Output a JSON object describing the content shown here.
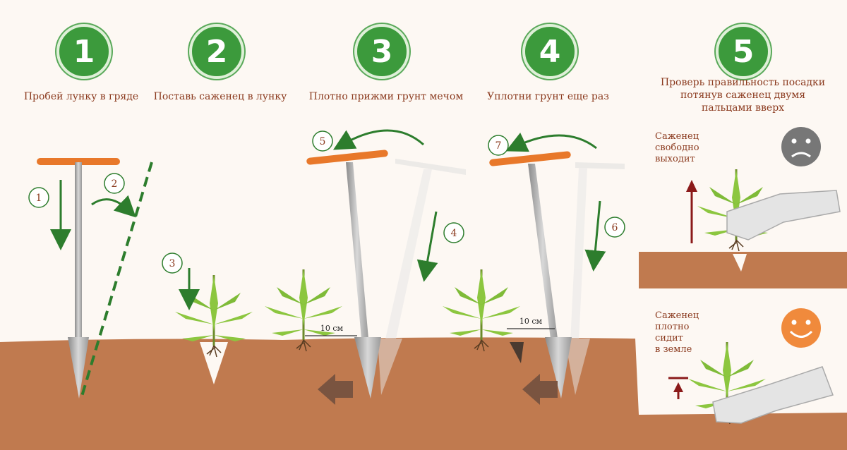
{
  "steps": [
    {
      "number": "1",
      "caption": "Пробей лунку в гряде"
    },
    {
      "number": "2",
      "caption": "Поставь саженец в лунку"
    },
    {
      "number": "3",
      "caption": "Плотно прижми грунт мечом"
    },
    {
      "number": "4",
      "caption": "Уплотни грунт еще раз"
    },
    {
      "number": "5",
      "caption_lines": [
        "Проверь правильность посадки",
        "потянув саженец двумя",
        "пальцами вверх"
      ]
    }
  ],
  "action_markers": [
    "1",
    "2",
    "3",
    "4",
    "5",
    "6",
    "7"
  ],
  "distance_label": "10 см",
  "check_results": {
    "bad": {
      "lines": [
        "Саженец",
        "свободно",
        "выходит"
      ],
      "face": "sad-face-icon",
      "color": "#777777"
    },
    "good": {
      "lines": [
        "Саженец",
        "плотно",
        "сидит",
        "в земле"
      ],
      "face": "smile-face-icon",
      "color": "#f08a3c"
    }
  },
  "colors": {
    "soil": "#c07a4f",
    "accent_green": "#3c9a3c",
    "handle_orange": "#e8782a",
    "text": "#8b3a1e"
  }
}
